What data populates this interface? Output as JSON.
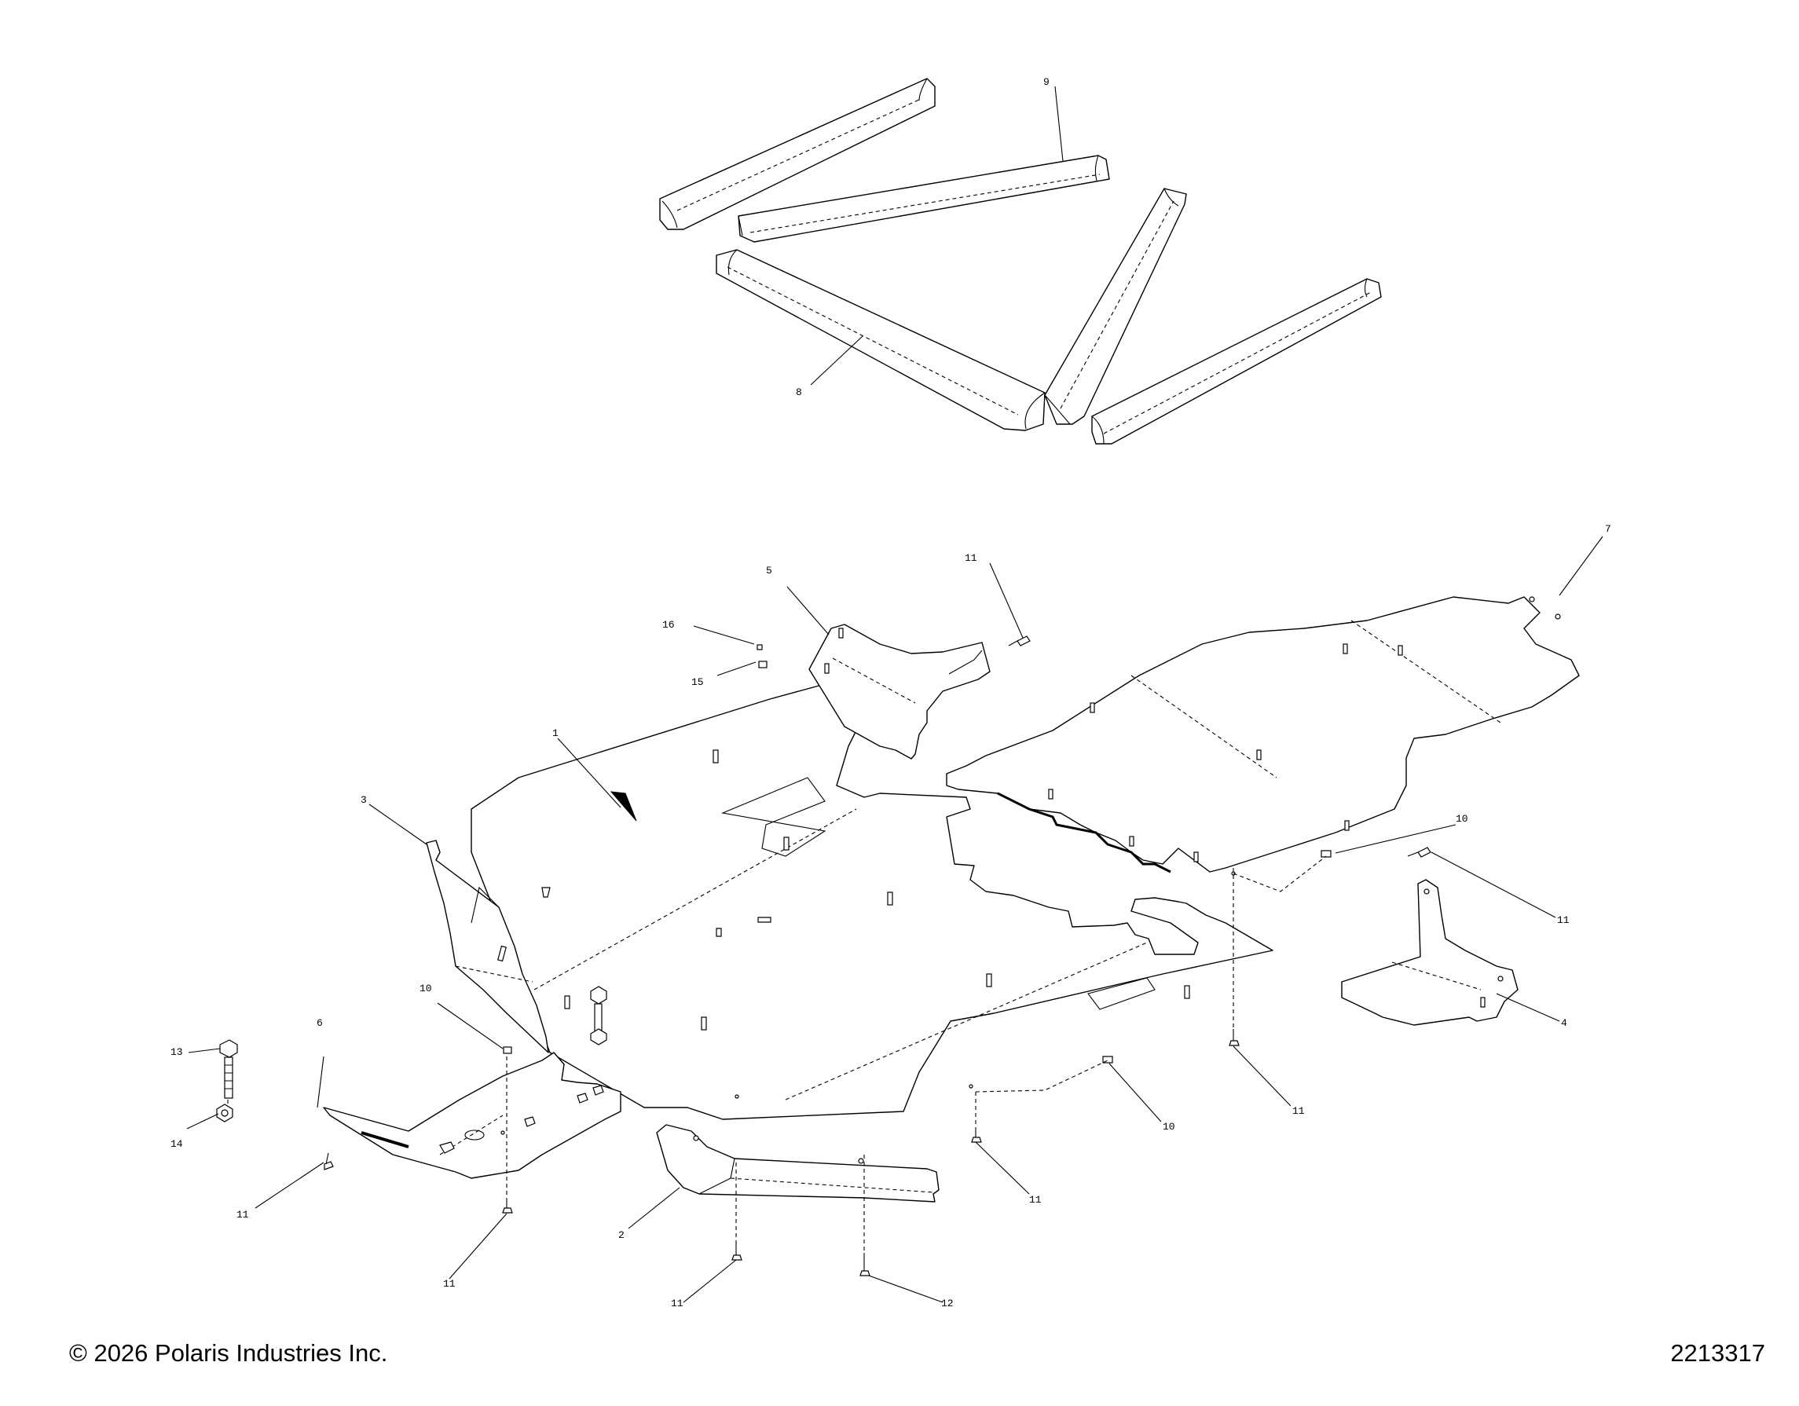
{
  "footer": {
    "copyright": "© 2026 Polaris Industries Inc.",
    "diagram_number": "2213317"
  },
  "callouts": {
    "c1": "1",
    "c2": "2",
    "c3": "3",
    "c4": "4",
    "c5": "5",
    "c6": "6",
    "c7": "7",
    "c8": "8",
    "c9": "9",
    "c10a": "10",
    "c10b": "10",
    "c10c": "10",
    "c11a": "11",
    "c11b": "11",
    "c11c": "11",
    "c11d": "11",
    "c11e": "11",
    "c11f": "11",
    "c11g": "11",
    "c12": "12",
    "c13": "13",
    "c14": "14",
    "c15": "15",
    "c16": "16"
  }
}
